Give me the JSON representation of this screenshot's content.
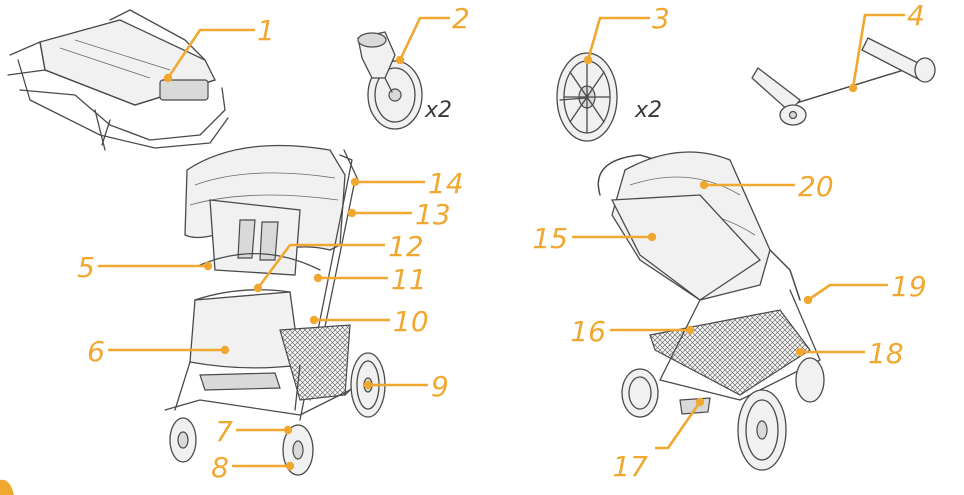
{
  "colors": {
    "accent": "#f0a830",
    "ink": "#4a4a4a",
    "label": "#f0a830",
    "multiplier": "#3a3a3a"
  },
  "parts": [
    {
      "id": "1",
      "label": "1"
    },
    {
      "id": "2",
      "label": "2"
    },
    {
      "id": "3",
      "label": "3"
    },
    {
      "id": "4",
      "label": "4"
    },
    {
      "id": "5",
      "label": "5"
    },
    {
      "id": "6",
      "label": "6"
    },
    {
      "id": "7",
      "label": "7"
    },
    {
      "id": "8",
      "label": "8"
    },
    {
      "id": "9",
      "label": "9"
    },
    {
      "id": "10",
      "label": "10"
    },
    {
      "id": "11",
      "label": "11"
    },
    {
      "id": "12",
      "label": "12"
    },
    {
      "id": "13",
      "label": "13"
    },
    {
      "id": "14",
      "label": "14"
    },
    {
      "id": "15",
      "label": "15"
    },
    {
      "id": "16",
      "label": "16"
    },
    {
      "id": "17",
      "label": "17"
    },
    {
      "id": "18",
      "label": "18"
    },
    {
      "id": "19",
      "label": "19"
    },
    {
      "id": "20",
      "label": "20"
    }
  ],
  "multipliers": {
    "front_wheels": "x2",
    "rear_wheels": "x2"
  }
}
